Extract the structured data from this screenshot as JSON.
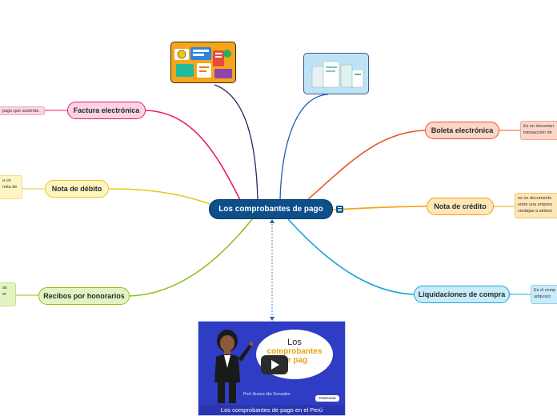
{
  "central": {
    "title": "Los comprobantes de pago"
  },
  "branches": {
    "factura": {
      "label": "Factura electrónica",
      "note": "pago que sustenta"
    },
    "debito": {
      "label": "Nota de débito",
      "note_line1": "a un",
      "note_line2": "nota de"
    },
    "recibos": {
      "label": "Recibos por honorarios",
      "note_line1": "as",
      "note_line2": "er"
    },
    "boleta": {
      "label": "Boleta electrónica",
      "note_line1": "Es un documen",
      "note_line2": "transacción de"
    },
    "credito": {
      "label": "Nota de crédito",
      "note_line1": "es un documento",
      "note_line2": "entre una empres",
      "note_line3": "ventajas a ambos"
    },
    "liquidaciones": {
      "label": "Liquidaciones de compra",
      "note_line1": "Es el comp",
      "note_line2": "adquisici"
    }
  },
  "video": {
    "bubble_line1": "Los",
    "bubble_line2": "comprobantes",
    "bubble_line3": "de pag",
    "author": "Prof. Aurora Idis Gonzales",
    "brand": "POWTOON",
    "caption": "Los comprobantes de pago en el Perú"
  },
  "colors": {
    "central": "#0c4f8a",
    "factura": "#e8196b",
    "debito": "#e8c81a",
    "recibos": "#8cc21e",
    "boleta": "#e8542a",
    "credito": "#f0a20a",
    "liquidaciones": "#1aa3d9",
    "image_links": "#0c4f8a"
  },
  "icons": [
    "finance-clipart-image",
    "documents-clipart-image",
    "toggle-icon",
    "play-icon",
    "teacher-avatar-icon"
  ]
}
